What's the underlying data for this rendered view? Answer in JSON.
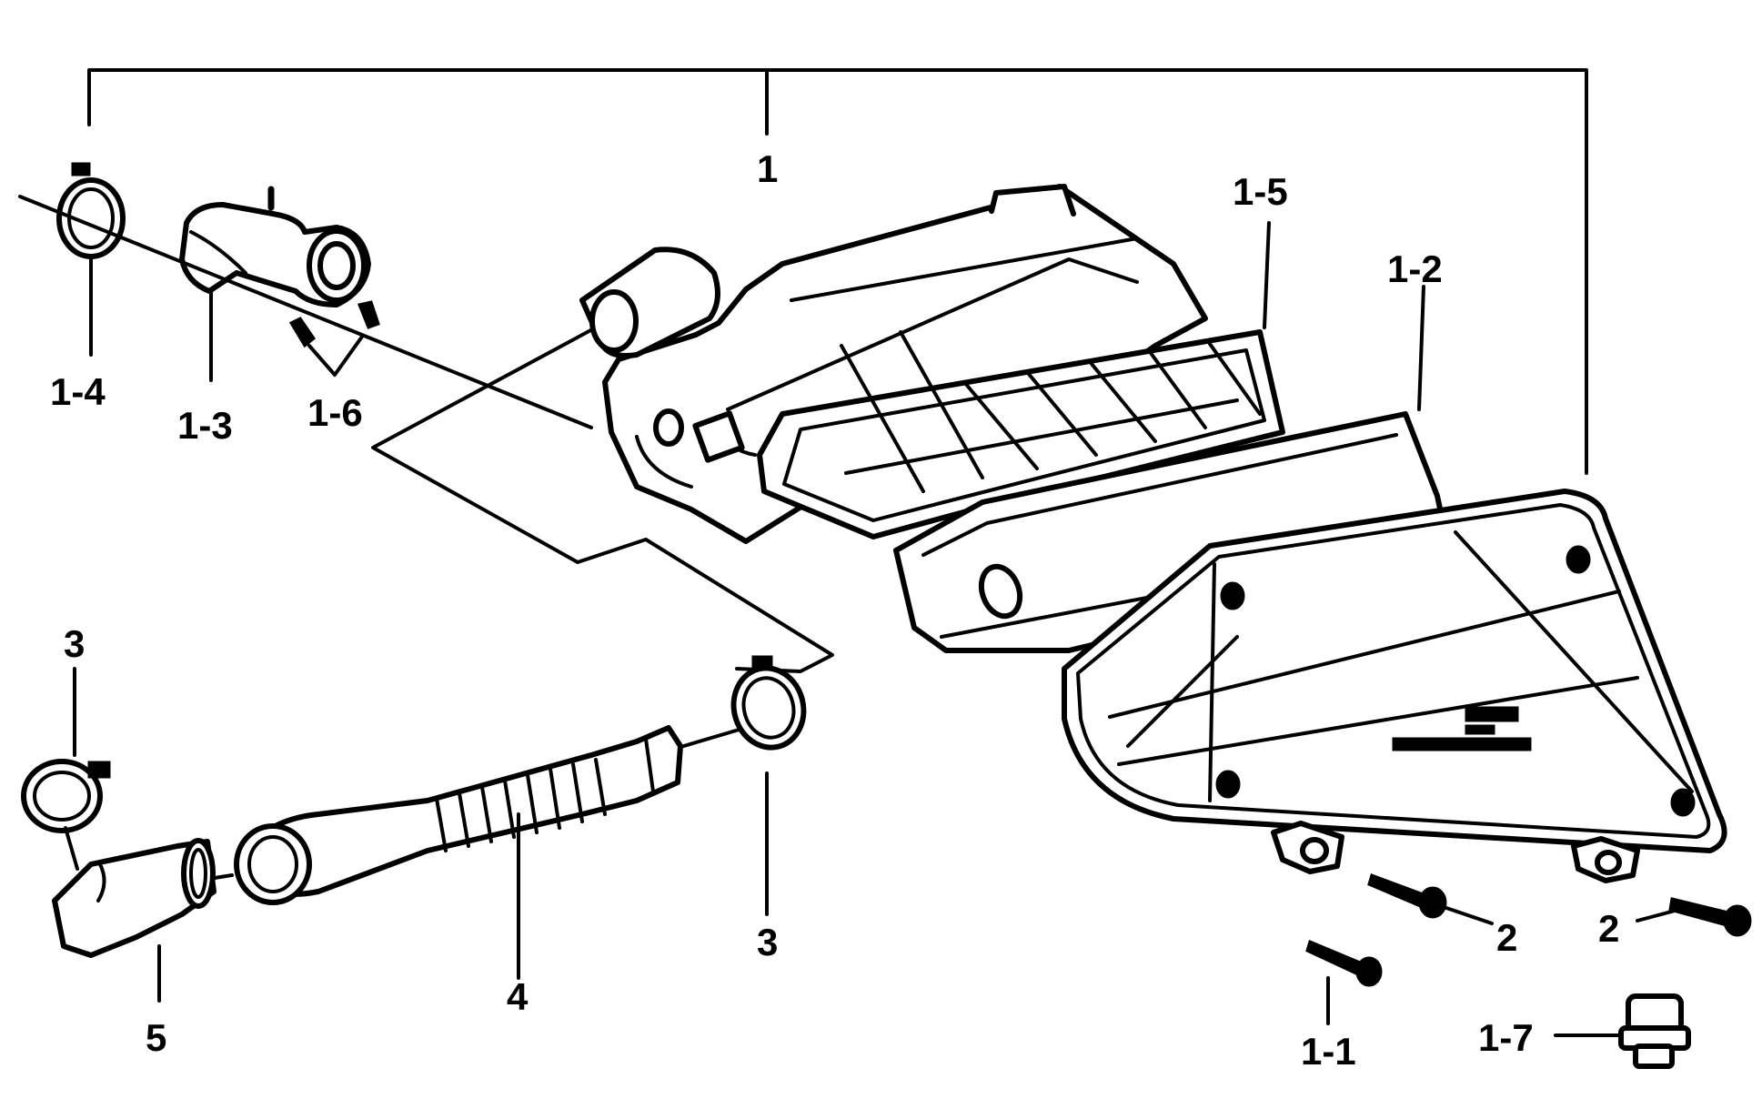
{
  "diagram": {
    "labels": {
      "l1": "1",
      "l1_1": "1-1",
      "l1_2": "1-2",
      "l1_3": "1-3",
      "l1_4": "1-4",
      "l1_5": "1-5",
      "l1_6": "1-6",
      "l1_7": "1-7",
      "l2a": "2",
      "l2b": "2",
      "l3a": "3",
      "l3b": "3",
      "l4": "4",
      "l5": "5"
    },
    "colors": {
      "ink": "#000000",
      "paper": "#ffffff"
    }
  }
}
